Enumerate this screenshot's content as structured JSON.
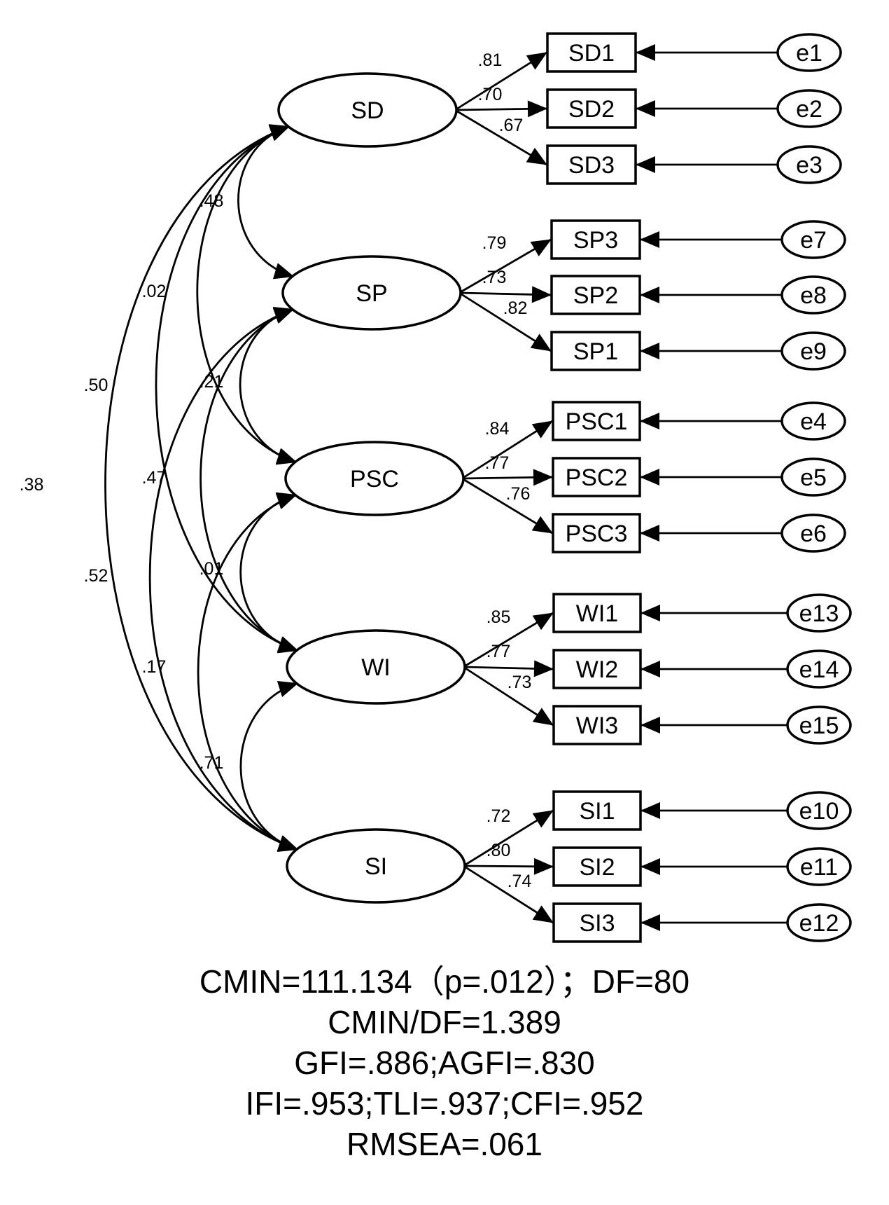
{
  "latents": [
    {
      "id": "SD",
      "label": "SD"
    },
    {
      "id": "SP",
      "label": "SP"
    },
    {
      "id": "PSC",
      "label": "PSC"
    },
    {
      "id": "WI",
      "label": "WI"
    },
    {
      "id": "SI",
      "label": "SI"
    }
  ],
  "indicators": [
    {
      "id": "SD1",
      "label": "SD1",
      "factor": "SD",
      "loading": ".81",
      "error": "e1"
    },
    {
      "id": "SD2",
      "label": "SD2",
      "factor": "SD",
      "loading": ".70",
      "error": "e2"
    },
    {
      "id": "SD3",
      "label": "SD3",
      "factor": "SD",
      "loading": ".67",
      "error": "e3"
    },
    {
      "id": "SP3",
      "label": "SP3",
      "factor": "SP",
      "loading": ".79",
      "error": "e7"
    },
    {
      "id": "SP2",
      "label": "SP2",
      "factor": "SP",
      "loading": ".73",
      "error": "e8"
    },
    {
      "id": "SP1",
      "label": "SP1",
      "factor": "SP",
      "loading": ".82",
      "error": "e9"
    },
    {
      "id": "PSC1",
      "label": "PSC1",
      "factor": "PSC",
      "loading": ".84",
      "error": "e4"
    },
    {
      "id": "PSC2",
      "label": "PSC2",
      "factor": "PSC",
      "loading": ".77",
      "error": "e5"
    },
    {
      "id": "PSC3",
      "label": "PSC3",
      "factor": "PSC",
      "loading": ".76",
      "error": "e6"
    },
    {
      "id": "WI1",
      "label": "WI1",
      "factor": "WI",
      "loading": ".85",
      "error": "e13"
    },
    {
      "id": "WI2",
      "label": "WI2",
      "factor": "WI",
      "loading": ".77",
      "error": "e14"
    },
    {
      "id": "WI3",
      "label": "WI3",
      "factor": "WI",
      "loading": ".73",
      "error": "e15"
    },
    {
      "id": "SI1",
      "label": "SI1",
      "factor": "SI",
      "loading": ".72",
      "error": "e10"
    },
    {
      "id": "SI2",
      "label": "SI2",
      "factor": "SI",
      "loading": ".80",
      "error": "e11"
    },
    {
      "id": "SI3",
      "label": "SI3",
      "factor": "SI",
      "loading": ".74",
      "error": "e12"
    }
  ],
  "correlations": [
    {
      "from": "SD",
      "to": "SP",
      "value": ".48"
    },
    {
      "from": "SD",
      "to": "PSC",
      "value": ".02"
    },
    {
      "from": "SD",
      "to": "WI",
      "value": ".50"
    },
    {
      "from": "SD",
      "to": "SI",
      "value": ".38"
    },
    {
      "from": "SP",
      "to": "PSC",
      "value": ".21"
    },
    {
      "from": "SP",
      "to": "WI",
      "value": ".47"
    },
    {
      "from": "SP",
      "to": "SI",
      "value": ".52"
    },
    {
      "from": "PSC",
      "to": "WI",
      "value": ".01"
    },
    {
      "from": "PSC",
      "to": "SI",
      "value": ".17"
    },
    {
      "from": "WI",
      "to": "SI",
      "value": ".71"
    }
  ],
  "fit_stats": [
    "CMIN=111.134（p=.012）；DF=80",
    "CMIN/DF=1.389",
    "GFI=.886;AGFI=.830",
    "IFI=.953;TLI=.937;CFI=.952",
    "RMSEA=.061"
  ]
}
